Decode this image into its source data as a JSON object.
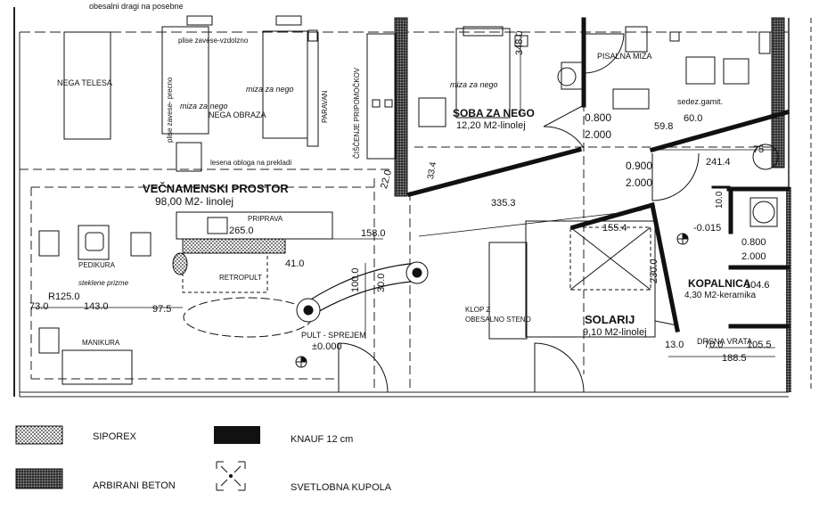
{
  "top_note": "obesalni dragi na posebne",
  "rooms": {
    "vecnamenski": {
      "name": "VEČNAMENSKI PROSTOR",
      "area": "98,00 M2- linolej"
    },
    "soba_za_nego": {
      "name": "SOBA ZA NEGO",
      "area": "12,20 M2-linolej"
    },
    "solarij": {
      "name": "SOLARIJ",
      "area": "9,10 M2-linolej"
    },
    "kopalnica": {
      "name": "KOPALNICA",
      "area": "4,30 M2-keramika"
    }
  },
  "labels": {
    "nega_telesa": "NEGA TELESA",
    "plise_vodoravno": "plise zavese-vzdolzno",
    "plise_precno": "plise zavese- precno",
    "miza_za_nego_1": "miza za nego",
    "miza_za_nego_2": "miza za nego",
    "miza_za_nego_3": "miza za nego",
    "nega_obraza": "NEGA OBRAZA",
    "paravan": "PARAVAN",
    "ciscenje": "ČIŠČENJE PRIPOMOČKOV",
    "lesena_obloga": "lesena obloga na prekladi",
    "pisalna_miza": "PISALNA MIZA",
    "sedez_gamit": "sedez.gamit.",
    "priprava": "PRIPRAVA",
    "retropult": "RETROPULT",
    "pedikura": "PEDIKURA",
    "steklene_prizme": "steklene prizme",
    "manikura": "MANIKURA",
    "pult_sprejem": "PULT - SPREJEM",
    "level": "±0.000",
    "klop": "KLOP Z",
    "obesalno": "OBESALNO STENO",
    "drsna_vrata": "DRSNA VRATA"
  },
  "dimensions": {
    "d348": "348.0",
    "d0800a": "0.800",
    "d2000a": "2.000",
    "d334": "33.4",
    "d598": "59.8",
    "d600": "60.0",
    "d75": "75",
    "d0900": "0.900",
    "d2000b": "2.000",
    "d2414": "241.4",
    "d220": "22.0",
    "d3353": "335.3",
    "d2650": "265.0",
    "d1580": "158.0",
    "d410": "41.0",
    "d1000": "100.0",
    "d300": "30.0",
    "d1554": "155.4",
    "d2300": "230.0",
    "d100": "10.0",
    "dm0015": "-0.015",
    "d0800b": "0.800",
    "d2000c": "2.000",
    "d1046": "104.6",
    "dR125": "R125.0",
    "d730": "73.0",
    "d1430": "143.0",
    "d975": "97.5",
    "d130": "13.0",
    "d700": "70.0",
    "d1055": "105.5",
    "d1885": "188.5"
  },
  "legend": [
    {
      "key": "siporex",
      "label": "SIPOREX"
    },
    {
      "key": "knauf",
      "label": "KNAUF  12 cm"
    },
    {
      "key": "beton",
      "label": "ARBIRANI BETON"
    },
    {
      "key": "kupola",
      "label": "SVETLOBNA KUPOLA"
    }
  ]
}
